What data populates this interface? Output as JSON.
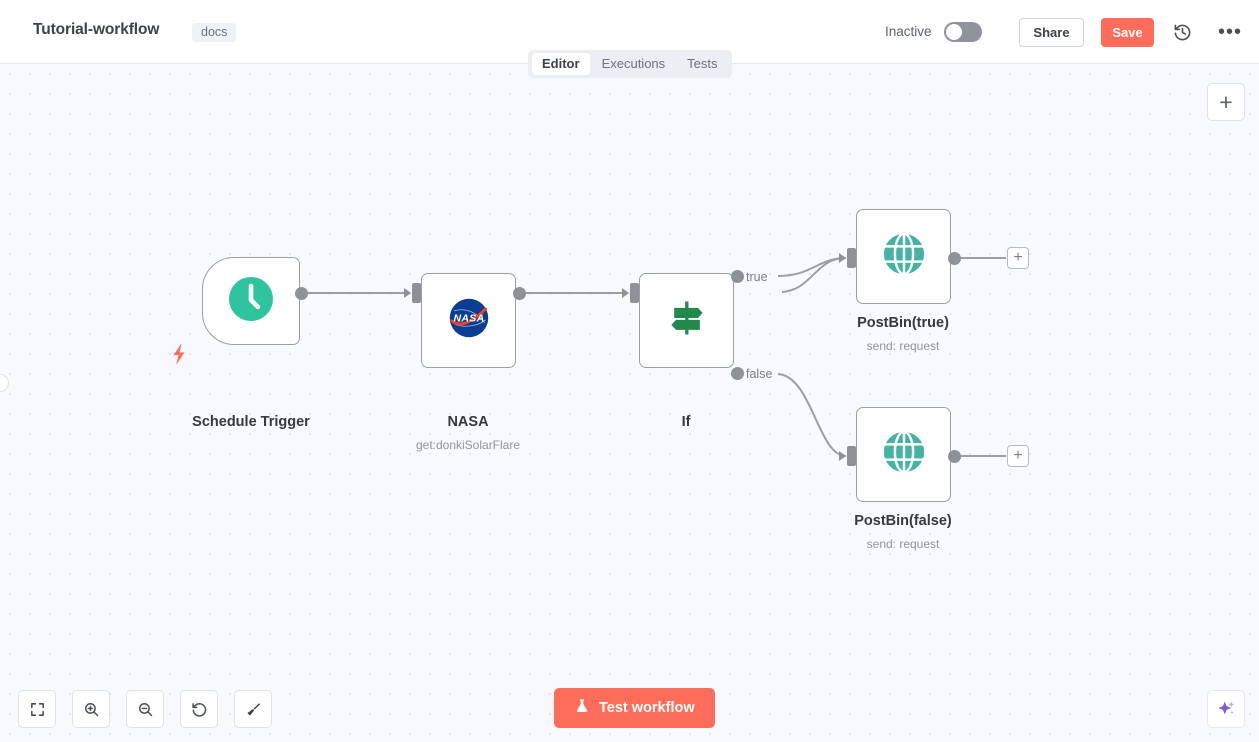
{
  "header": {
    "workflow_title": "Tutorial-workflow",
    "tag": "docs",
    "activation_label": "Inactive",
    "activation_state": "off",
    "share_label": "Share",
    "save_label": "Save",
    "history_icon": "history-clock-icon",
    "more_icon": "ellipsis-icon"
  },
  "tabs": [
    {
      "label": "Editor",
      "active": true
    },
    {
      "label": "Executions",
      "active": false
    },
    {
      "label": "Tests",
      "active": false
    }
  ],
  "canvas": {
    "add_node_label": "+",
    "nodes": [
      {
        "id": "schedule-trigger",
        "name": "Schedule Trigger",
        "subtitle": "",
        "icon": "clock-icon",
        "icon_color": "#2fc49f",
        "type": "trigger"
      },
      {
        "id": "nasa",
        "name": "NASA",
        "subtitle": "get:donkiSolarFlare",
        "icon": "nasa-logo-icon",
        "icon_color": "#1b4a9c",
        "type": "action"
      },
      {
        "id": "if",
        "name": "If",
        "subtitle": "",
        "icon": "signpost-icon",
        "icon_color": "#1f8a4c",
        "type": "conditional",
        "outputs": [
          "true",
          "false"
        ]
      },
      {
        "id": "postbin-true",
        "name": "PostBin(true)",
        "subtitle": "send: request",
        "icon": "globe-icon",
        "icon_color": "#45b3a4",
        "type": "action"
      },
      {
        "id": "postbin-false",
        "name": "PostBin(false)",
        "subtitle": "send: request",
        "icon": "globe-icon",
        "icon_color": "#45b3a4",
        "type": "action"
      }
    ],
    "connection_plus_label": "+"
  },
  "toolbar": {
    "fit_view_icon": "fit-to-view-icon",
    "zoom_in_icon": "zoom-in-icon",
    "zoom_out_icon": "zoom-out-icon",
    "reset_zoom_icon": "reset-zoom-icon",
    "tidy_up_icon": "tidy-up-broom-icon",
    "test_workflow_label": "Test workflow",
    "test_workflow_icon": "flask-icon",
    "ai_assistant_icon": "ai-sparkle-icon"
  },
  "colors": {
    "accent": "#ff6d5a",
    "trigger_green": "#2fc49f",
    "globe_teal": "#45b3a4",
    "signpost_green": "#1f8a4c",
    "canvas_bg": "#f8f9fc",
    "node_border": "#9a9fa6"
  }
}
